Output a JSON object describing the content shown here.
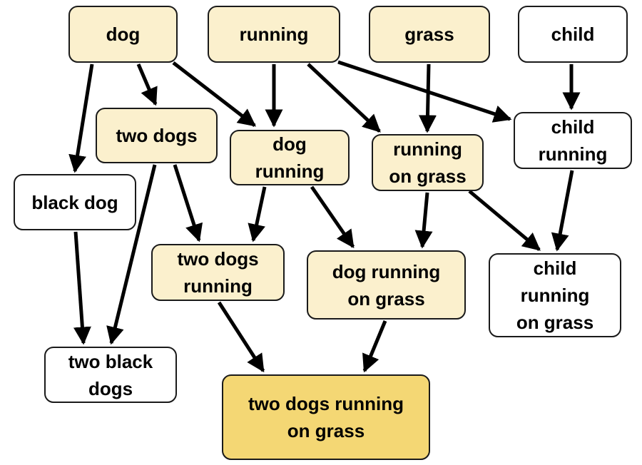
{
  "colors": {
    "concept": "#fbf0cd",
    "plain": "#ffffff",
    "target": "#f4d774",
    "stroke": "#1a1a1a",
    "edge": "#000000"
  },
  "nodes": {
    "dog": {
      "label": "dog",
      "style": "concept"
    },
    "running": {
      "label": "running",
      "style": "concept"
    },
    "grass": {
      "label": "grass",
      "style": "concept"
    },
    "child": {
      "label": "child",
      "style": "plain"
    },
    "two_dogs": {
      "label": "two dogs",
      "style": "concept"
    },
    "dog_running": {
      "label": "dog\nrunning",
      "style": "concept"
    },
    "running_on_grass": {
      "label": "running\non grass",
      "style": "concept"
    },
    "child_running": {
      "label": "child\nrunning",
      "style": "plain"
    },
    "black_dog": {
      "label": "black dog",
      "style": "plain"
    },
    "two_dogs_running": {
      "label": "two dogs\nrunning",
      "style": "concept"
    },
    "dog_running_on_grass": {
      "label": "dog running\non grass",
      "style": "concept"
    },
    "child_running_on_grass": {
      "label": "child\nrunning\non grass",
      "style": "plain"
    },
    "two_black_dogs": {
      "label": "two black\ndogs",
      "style": "plain"
    },
    "two_dogs_running_on_grass": {
      "label": "two dogs running\non grass",
      "style": "target"
    }
  },
  "edges": [
    [
      "dog",
      "black_dog"
    ],
    [
      "dog",
      "two_dogs"
    ],
    [
      "dog",
      "dog_running"
    ],
    [
      "running",
      "dog_running"
    ],
    [
      "running",
      "running_on_grass"
    ],
    [
      "running",
      "child_running"
    ],
    [
      "grass",
      "running_on_grass"
    ],
    [
      "child",
      "child_running"
    ],
    [
      "two_dogs",
      "two_dogs_running"
    ],
    [
      "two_dogs",
      "two_black_dogs"
    ],
    [
      "black_dog",
      "two_black_dogs"
    ],
    [
      "dog_running",
      "two_dogs_running"
    ],
    [
      "dog_running",
      "dog_running_on_grass"
    ],
    [
      "running_on_grass",
      "dog_running_on_grass"
    ],
    [
      "running_on_grass",
      "child_running_on_grass"
    ],
    [
      "child_running",
      "child_running_on_grass"
    ],
    [
      "two_dogs_running",
      "two_dogs_running_on_grass"
    ],
    [
      "dog_running_on_grass",
      "two_dogs_running_on_grass"
    ]
  ]
}
